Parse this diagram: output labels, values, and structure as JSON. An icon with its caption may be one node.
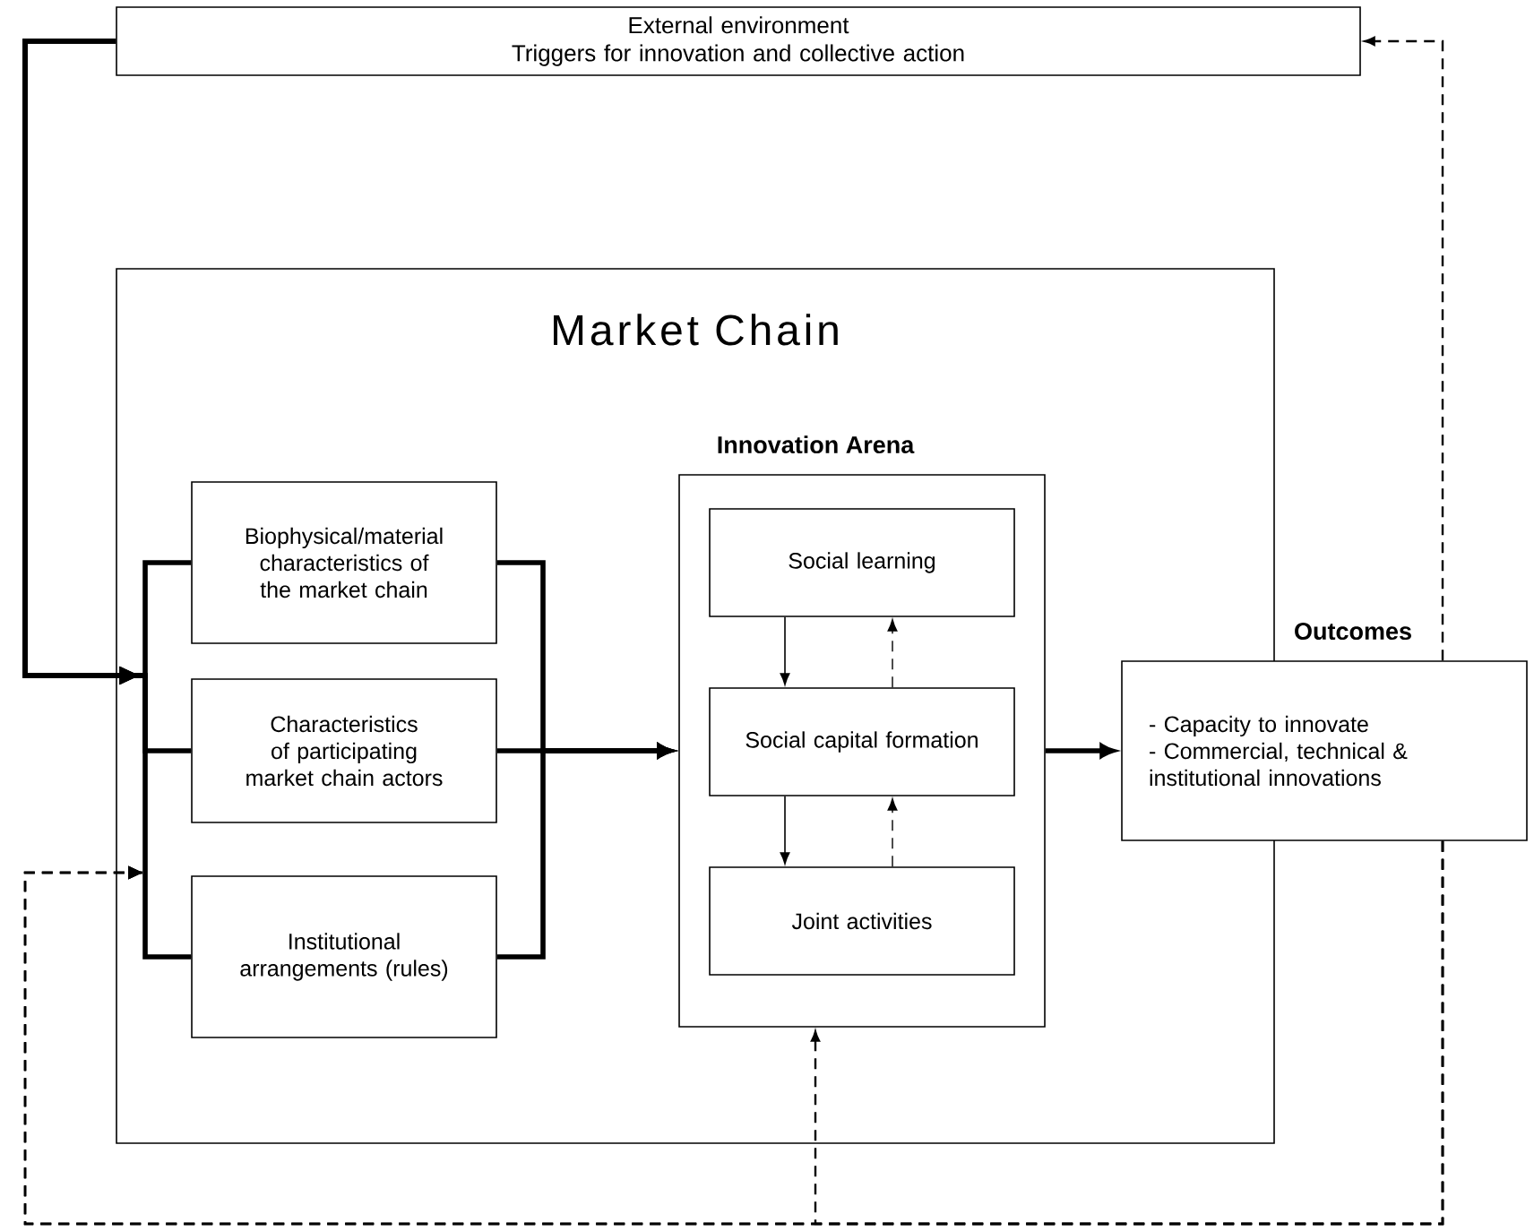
{
  "diagram": {
    "nodes": [
      {
        "text": [
          "External environment",
          "Triggers for innovation and collective action"
        ]
      },
      {
        "text": [
          "Market Chain"
        ]
      },
      {
        "text": [
          "Biophysical/material characteristics of the market chain"
        ],
        "in": 1
      },
      {
        "text": [
          "Characteristics of participating market chain actors"
        ],
        "in": 1
      },
      {
        "text": [
          "Institutional arrangements (rules)"
        ],
        "in": 1
      },
      {
        "text": [
          "Innovation Arena"
        ],
        "in": 1
      },
      {
        "text": [
          "Social learning"
        ],
        "in": 5
      },
      {
        "text": [
          "Social capital formation"
        ],
        "in": 5
      },
      {
        "text": [
          "Joint activities"
        ],
        "in": 5
      },
      {
        "text": [
          "Outcomes",
          "- Capacity to innovate",
          "- Commercial, technical & institutional innovations"
        ]
      }
    ],
    "edges": [
      {
        "from": 0,
        "to": 2,
        "arrow": "to",
        "style": "thick"
      },
      {
        "from": 0,
        "to": 3,
        "arrow": "to",
        "style": "thick"
      },
      {
        "from": 0,
        "to": 4,
        "arrow": "to",
        "style": "thick"
      },
      {
        "from": 2,
        "to": 5,
        "arrow": "to",
        "style": "thick"
      },
      {
        "from": 3,
        "to": 5,
        "arrow": "to",
        "style": "thick"
      },
      {
        "from": 4,
        "to": 5,
        "arrow": "to",
        "style": "thick"
      },
      {
        "from": 5,
        "to": 9,
        "arrow": "to",
        "style": "thick"
      },
      {
        "from": 6,
        "to": 7,
        "arrow": "to"
      },
      {
        "from": 7,
        "to": 6,
        "arrow": "to",
        "style": "dashed"
      },
      {
        "from": 7,
        "to": 8,
        "arrow": "to"
      },
      {
        "from": 8,
        "to": 7,
        "arrow": "to",
        "style": "dashed"
      },
      {
        "from": 9,
        "to": 0,
        "arrow": "to",
        "style": "dashed"
      },
      {
        "from": 9,
        "to": 5,
        "arrow": "to",
        "style": "dashed"
      },
      {
        "from": 9,
        "to": 2,
        "arrow": "to",
        "style": "dashed"
      },
      {
        "from": 9,
        "to": 3,
        "arrow": "to",
        "style": "dashed"
      },
      {
        "from": 9,
        "to": 4,
        "arrow": "to",
        "style": "dashed"
      }
    ]
  }
}
